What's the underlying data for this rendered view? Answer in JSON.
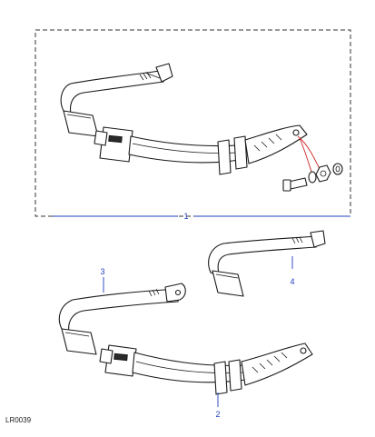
{
  "diagram": {
    "reference_code": "LR0039",
    "callouts": [
      {
        "id": "1",
        "label": "1"
      },
      {
        "id": "2",
        "label": "2"
      },
      {
        "id": "3",
        "label": "3"
      },
      {
        "id": "4",
        "label": "4"
      }
    ],
    "colors": {
      "callout_text": "#1f3fbf",
      "leader_line": "#1f3fbf",
      "fixing_leader": "#cc2222",
      "outline": "#1a1a1a",
      "kit_border": "#333333"
    }
  }
}
